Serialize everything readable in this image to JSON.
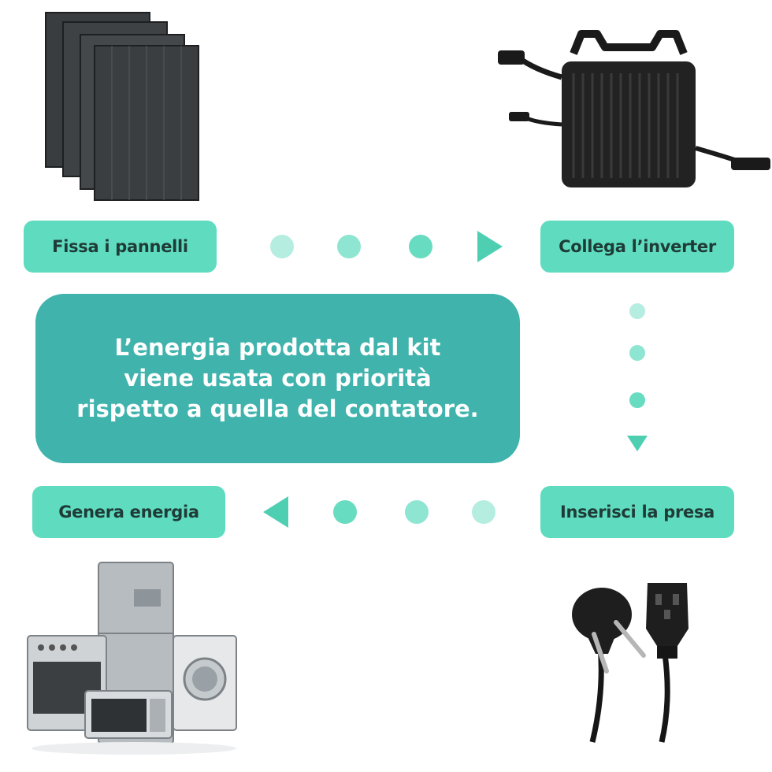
{
  "steps": {
    "step1": "Fissa i pannelli",
    "step2": "Collega l’inverter",
    "step3": "Inserisci la presa",
    "step4": "Genera energia"
  },
  "center": {
    "line1": "L’energia prodotta dal kit",
    "line2": "viene usata con priorità",
    "line3": "rispetto a quella del contatore."
  },
  "icons": {
    "panels": "solar-panels-illustration",
    "inverter": "microinverter-illustration",
    "plug": "power-plug-illustration",
    "appliances": "home-appliances-illustration"
  },
  "colors": {
    "step_bg": "#5fdcbf",
    "center_bg": "#3fb3ac",
    "dot_light": "#b5ede0",
    "dot_mid": "#8ee5d2",
    "dot_strong": "#67dcc0",
    "arrow": "#4fcfb2"
  }
}
